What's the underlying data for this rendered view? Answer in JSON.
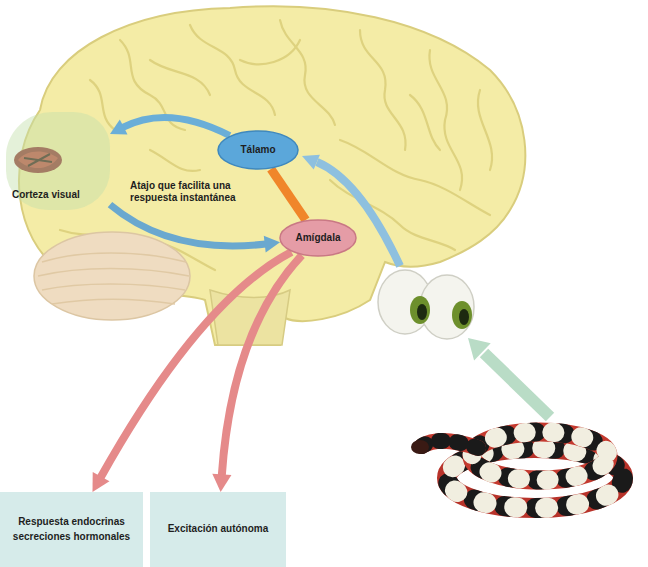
{
  "diagram": {
    "nodes": [
      {
        "text": [
          "Tálamo"
        ]
      },
      {
        "text": [
          "Corteza visual"
        ]
      },
      {
        "text": [
          "Amígdala"
        ]
      },
      {
        "text": [
          "Respuesta endocrinas secreciones hormonales"
        ]
      },
      {
        "text": [
          "Excitación autónoma"
        ]
      }
    ],
    "edges": [
      {
        "from": 0,
        "to": 1,
        "arrow": "to"
      },
      {
        "from": 1,
        "to": 2,
        "arrow": "to"
      },
      {
        "from": 0,
        "to": 2,
        "label": "Atajo que facilita una respuesta instantánea",
        "arrow": "to"
      },
      {
        "from": 2,
        "to": 3,
        "arrow": "to"
      },
      {
        "from": 2,
        "to": 4,
        "arrow": "to"
      }
    ]
  }
}
